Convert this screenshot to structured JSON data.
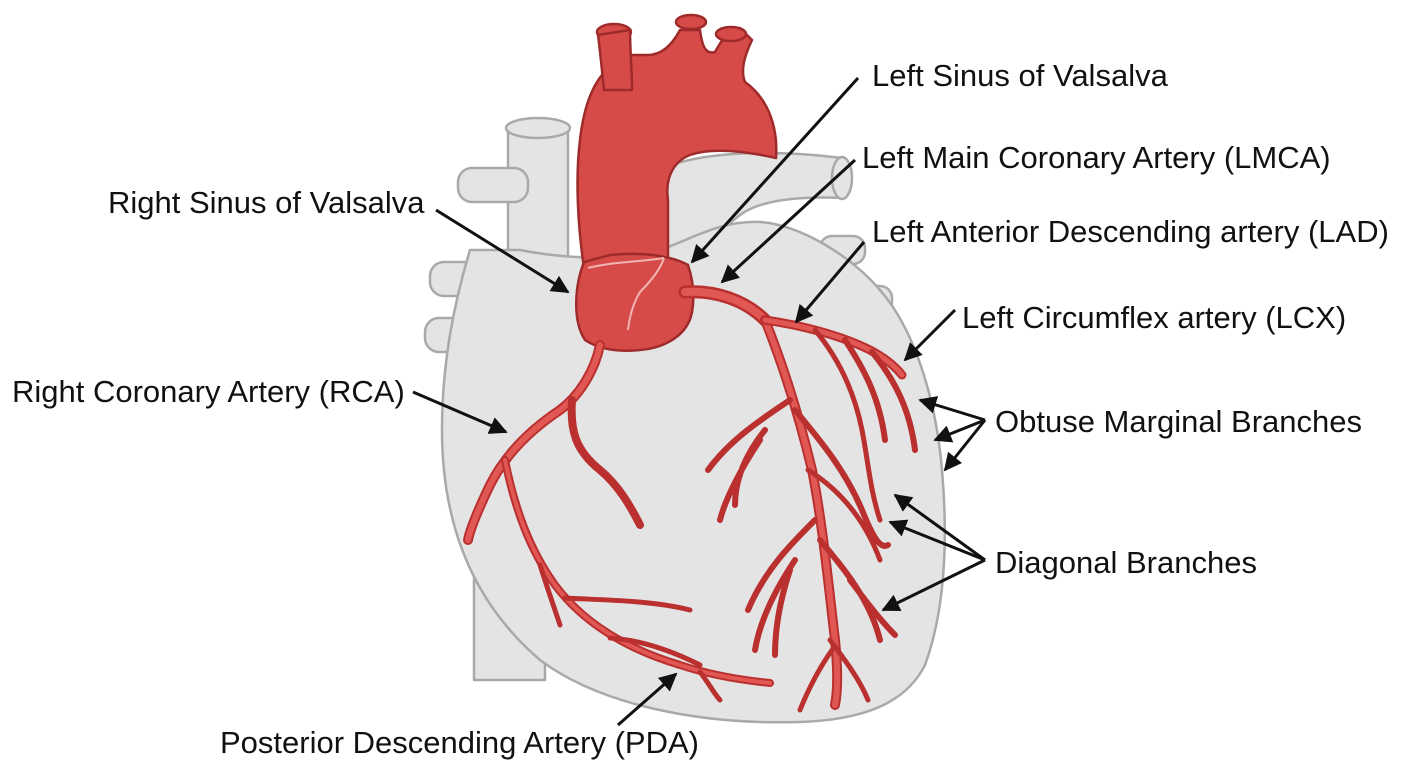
{
  "labels": {
    "left_sinus": "Left Sinus of Valsalva",
    "lmca": "Left Main Coronary Artery (LMCA)",
    "right_sinus": "Right Sinus of Valsalva",
    "lad": "Left Anterior Descending artery (LAD)",
    "lcx": "Left Circumflex artery (LCX)",
    "rca": "Right Coronary Artery (RCA)",
    "obtuse": "Obtuse Marginal Branches",
    "diagonal": "Diagonal Branches",
    "pda": "Posterior Descending Artery (PDA)"
  },
  "colors": {
    "artery": "#d64a48",
    "artery_outline": "#9e2a2a",
    "heart": "#e4e4e4",
    "heart_outline": "#a9a9a9",
    "text": "#111111"
  }
}
